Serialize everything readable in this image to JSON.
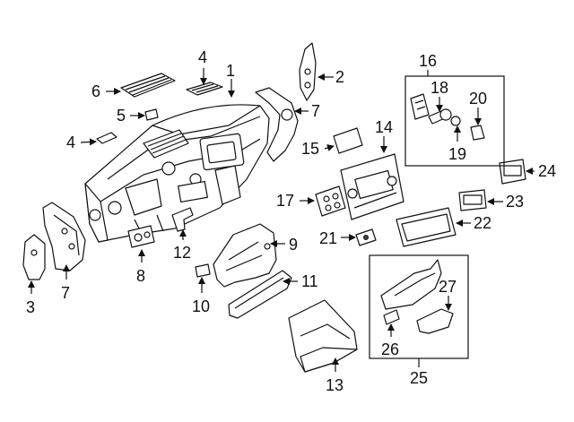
{
  "callouts": {
    "c1": "1",
    "c2": "2",
    "c3": "3",
    "c4a": "4",
    "c4b": "4",
    "c5": "5",
    "c6": "6",
    "c7a": "7",
    "c7b": "7",
    "c8": "8",
    "c9": "9",
    "c10": "10",
    "c11": "11",
    "c12": "12",
    "c13": "13",
    "c14": "14",
    "c15": "15",
    "c16": "16",
    "c17": "17",
    "c18": "18",
    "c19": "19",
    "c20": "20",
    "c21": "21",
    "c22": "22",
    "c23": "23",
    "c24": "24",
    "c25": "25",
    "c26": "26",
    "c27": "27"
  }
}
